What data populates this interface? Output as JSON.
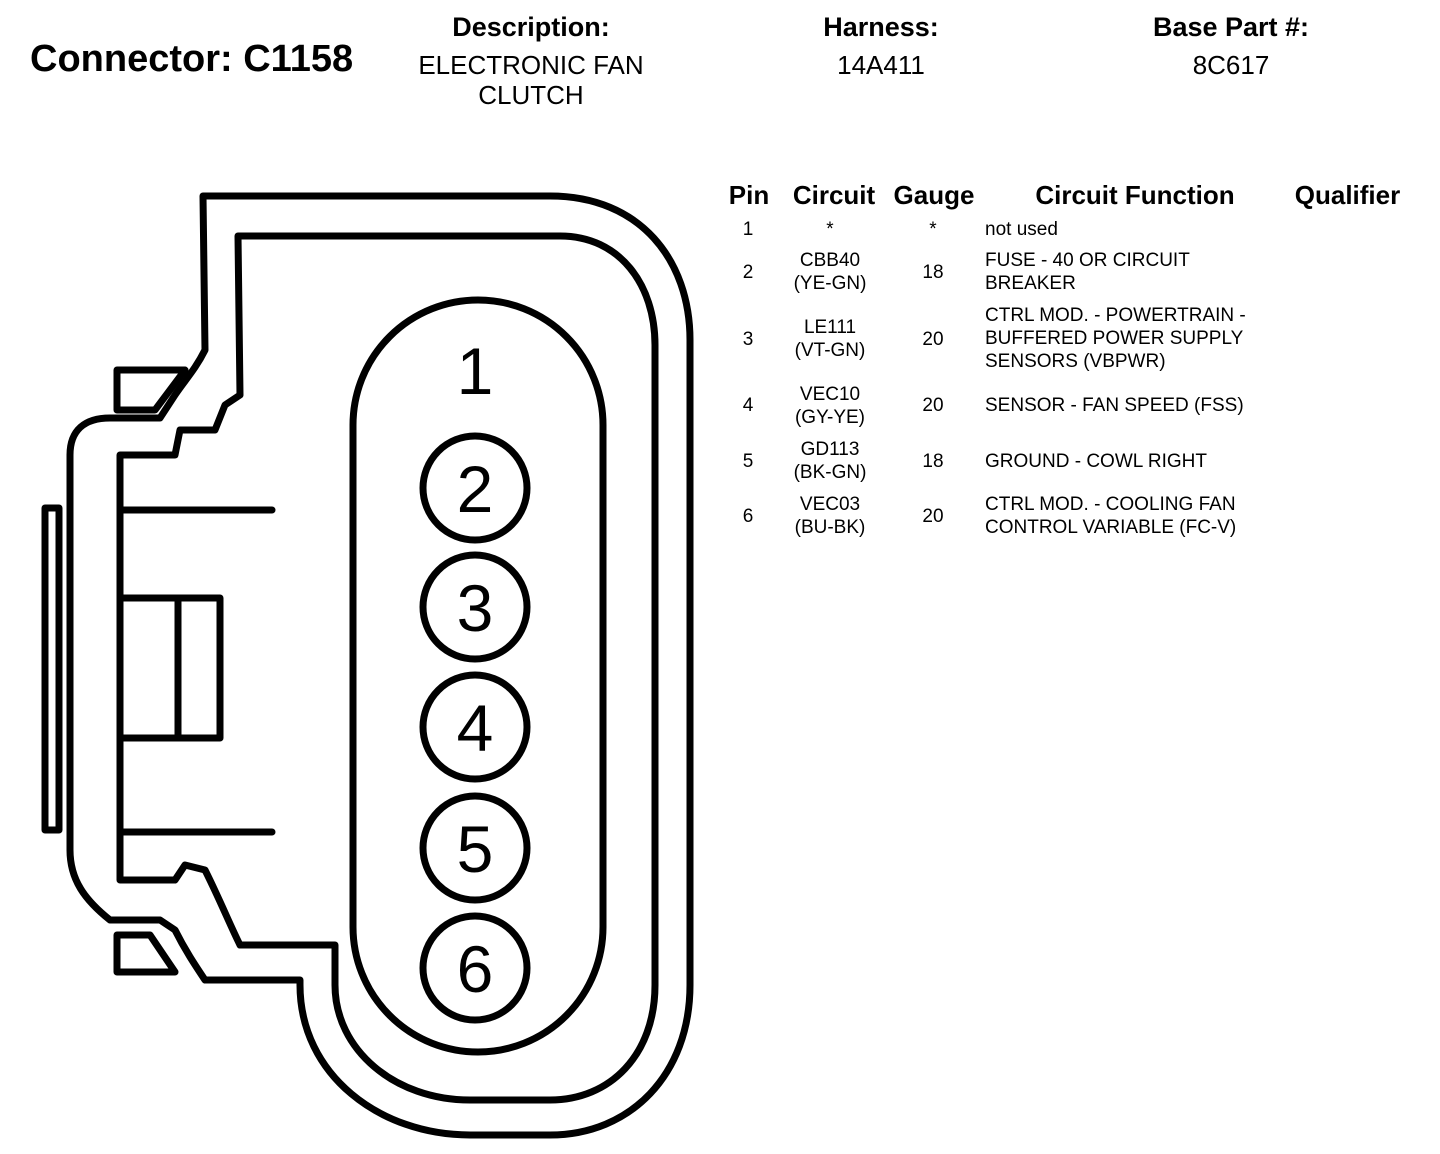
{
  "connector": {
    "label": "Connector: C1158"
  },
  "header": {
    "description": {
      "label": "Description:",
      "value": "ELECTRONIC FAN\nCLUTCH"
    },
    "harness": {
      "label": "Harness:",
      "value": "14A411"
    },
    "base_part": {
      "label": "Base Part #:",
      "value": "8C617"
    }
  },
  "table": {
    "headers": [
      "Pin",
      "Circuit",
      "Gauge",
      "Circuit Function",
      "Qualifier"
    ],
    "rows": [
      {
        "pin": "1",
        "circuit": "*",
        "gauge": "*",
        "function": "not used",
        "qualifier": ""
      },
      {
        "pin": "2",
        "circuit": "CBB40\n(YE-GN)",
        "gauge": "18",
        "function": "FUSE - 40 OR CIRCUIT\nBREAKER",
        "qualifier": ""
      },
      {
        "pin": "3",
        "circuit": "LE111\n(VT-GN)",
        "gauge": "20",
        "function": "CTRL MOD. - POWERTRAIN -\nBUFFERED POWER SUPPLY\nSENSORS (VBPWR)",
        "qualifier": ""
      },
      {
        "pin": "4",
        "circuit": "VEC10\n(GY-YE)",
        "gauge": "20",
        "function": "SENSOR - FAN SPEED (FSS)",
        "qualifier": ""
      },
      {
        "pin": "5",
        "circuit": "GD113\n(BK-GN)",
        "gauge": "18",
        "function": "GROUND - COWL RIGHT",
        "qualifier": ""
      },
      {
        "pin": "6",
        "circuit": "VEC03\n(BU-BK)",
        "gauge": "20",
        "function": "CTRL MOD. - COOLING FAN\nCONTROL VARIABLE (FC-V)",
        "qualifier": ""
      }
    ]
  },
  "diagram": {
    "pin_labels": [
      "1",
      "2",
      "3",
      "4",
      "5",
      "6"
    ],
    "line_color": "#000000"
  }
}
